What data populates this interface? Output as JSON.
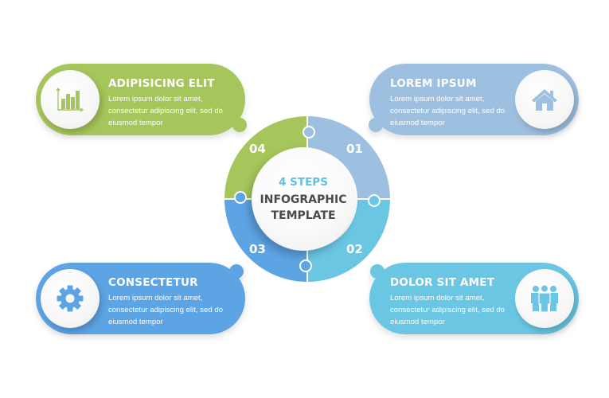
{
  "colors": {
    "green": "#a6c55a",
    "light_blue": "#9ec0e0",
    "sky_blue": "#6ac6e3",
    "blue": "#5da4e4",
    "white": "#ffffff",
    "title_dark": "#4a4a4a",
    "subtitle_accent": "#62c0de"
  },
  "center": {
    "subtitle": "4 STEPS",
    "title_line1": "INFOGRAPHIC",
    "title_line2": "TEMPLATE"
  },
  "steps": [
    {
      "number": "01",
      "color": "#9ec0e0",
      "title": "LOREM IPSUM",
      "body_line1": "Lorem ipsum dolor sit amet,",
      "body_line2": "consectetur adipiscing elit, sed do",
      "body_line3": "eiusmod tempor",
      "icon": "home-icon"
    },
    {
      "number": "02",
      "color": "#6ac6e3",
      "title": "DOLOR SIT AMET",
      "body_line1": "Lorem ipsum dolor sit amet,",
      "body_line2": "consectetur adipiscing elit, sed do",
      "body_line3": "eiusmod tempor",
      "icon": "people-group-icon"
    },
    {
      "number": "03",
      "color": "#5da4e4",
      "title": "CONSECTETUR",
      "body_line1": "Lorem ipsum dolor sit amet,",
      "body_line2": "consectetur adipiscing elit, sed do",
      "body_line3": "eiusmod tempor",
      "icon": "gear-icon"
    },
    {
      "number": "04",
      "color": "#a6c55a",
      "title": "ADIPISICING ELIT",
      "body_line1": "Lorem ipsum dolor sit amet,",
      "body_line2": "consectetur adipiscing elit, sed do",
      "body_line3": "eiusmod tempor",
      "icon": "bar-chart-icon"
    }
  ]
}
